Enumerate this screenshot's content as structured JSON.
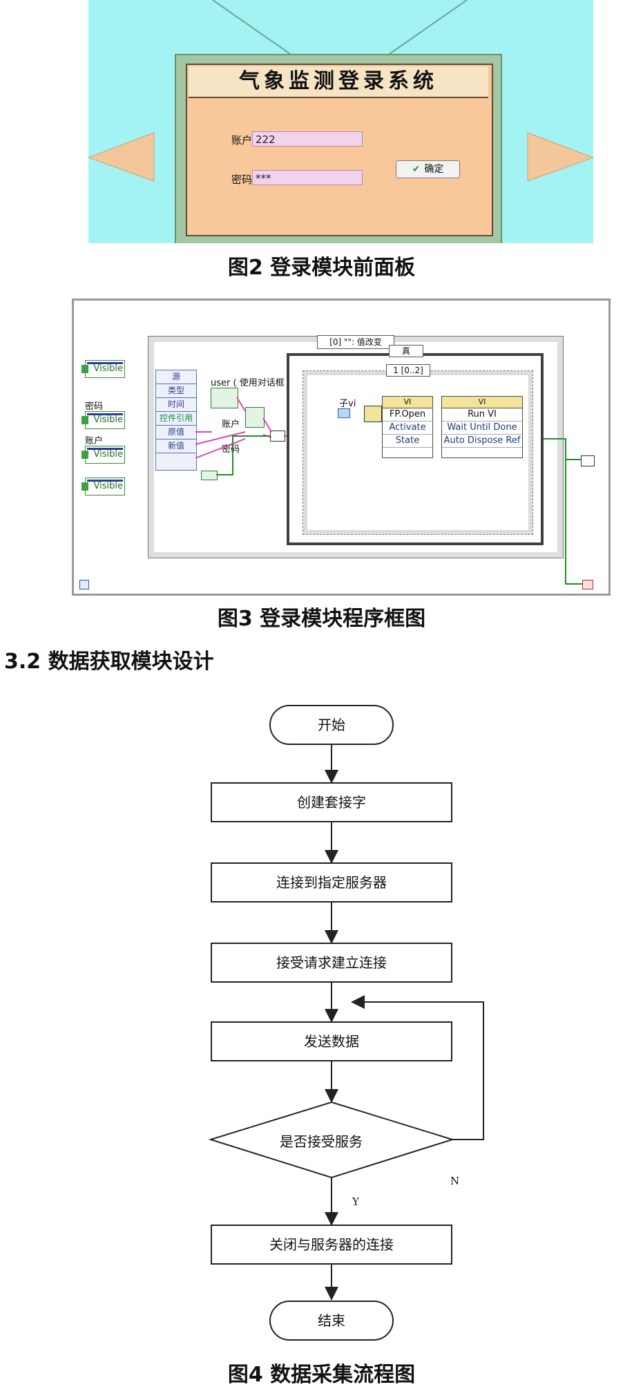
{
  "figure2": {
    "caption": "图2   登录模块前面板",
    "panel_title": "气象监测登录系统",
    "account_label": "账户",
    "account_value": "222",
    "password_label": "密码",
    "password_value": "***",
    "confirm_button": "确定",
    "colors": {
      "background": "#a3f3f5",
      "panel": "#f8c79a",
      "title_bar": "#f7e4c4",
      "field": "#f3d2ee",
      "arrow": "#f4c79a"
    }
  },
  "figure3": {
    "caption": "图3   登录模块程序框图",
    "visible_nodes": [
      "Visible",
      "Visible",
      "Visible",
      "Visible"
    ],
    "node_labels": {
      "password": "密码",
      "account": "账户"
    },
    "event_selector": "[0] \"\": 值改变",
    "unbundle_items": [
      "源",
      "类型",
      "时间",
      "控件引用",
      "原值",
      "新值"
    ],
    "user_label": "user ( 使用对话框 )",
    "wire_labels": {
      "account": "账户",
      "password": "密码"
    },
    "case_selector": "真",
    "sequence_selector": "1 [0..2]",
    "subvi_label": "子vi",
    "invoke1": {
      "header": "VI",
      "method": "FP.Open",
      "params": [
        "Activate",
        "State"
      ]
    },
    "invoke2": {
      "header": "VI",
      "method": "Run VI",
      "params": [
        "Wait Until Done",
        "Auto Dispose Ref"
      ]
    }
  },
  "section": {
    "heading": "3.2 数据获取模块设计"
  },
  "figure4": {
    "caption": "图4   数据采集流程图",
    "start": "开始",
    "steps": [
      "创建套接字",
      "连接到指定服务器",
      "接受请求建立连接",
      "发送数据"
    ],
    "decision": "是否接受服务",
    "no_label": "N",
    "yes_label": "Y",
    "close_step": "关闭与服务器的连接",
    "end": "结束"
  }
}
